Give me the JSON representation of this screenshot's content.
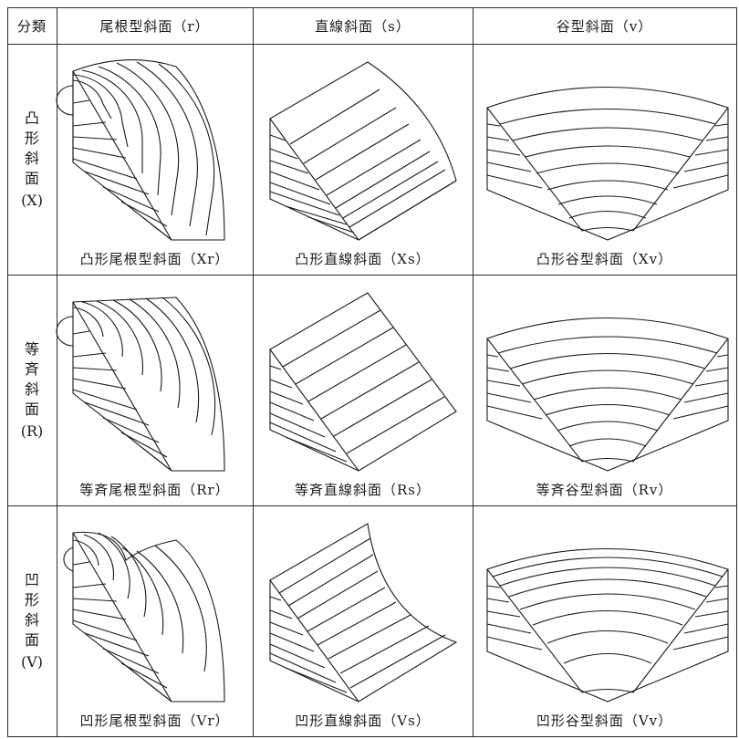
{
  "header": {
    "corner": "分類",
    "columns": [
      "尾根型斜面（r）",
      "直線斜面（s）",
      "谷型斜面（v）"
    ]
  },
  "rows": [
    {
      "label_chars": [
        "凸",
        "形",
        "斜",
        "面"
      ],
      "label_code": "(X)",
      "captions": [
        "凸形尾根型斜面（Xr）",
        "凸形直線斜面（Xs）",
        "凸形谷型斜面（Xv）"
      ]
    },
    {
      "label_chars": [
        "等",
        "斉",
        "斜",
        "面"
      ],
      "label_code": "(R)",
      "captions": [
        "等斉尾根型斜面（Rr）",
        "等斉直線斜面（Rs）",
        "等斉谷型斜面（Rv）"
      ]
    },
    {
      "label_chars": [
        "凹",
        "形",
        "斜",
        "面"
      ],
      "label_code": "(V)",
      "captions": [
        "凹形尾根型斜面（Vr）",
        "凹形直線斜面（Vs）",
        "凹形谷型斜面（Vv）"
      ]
    }
  ]
}
